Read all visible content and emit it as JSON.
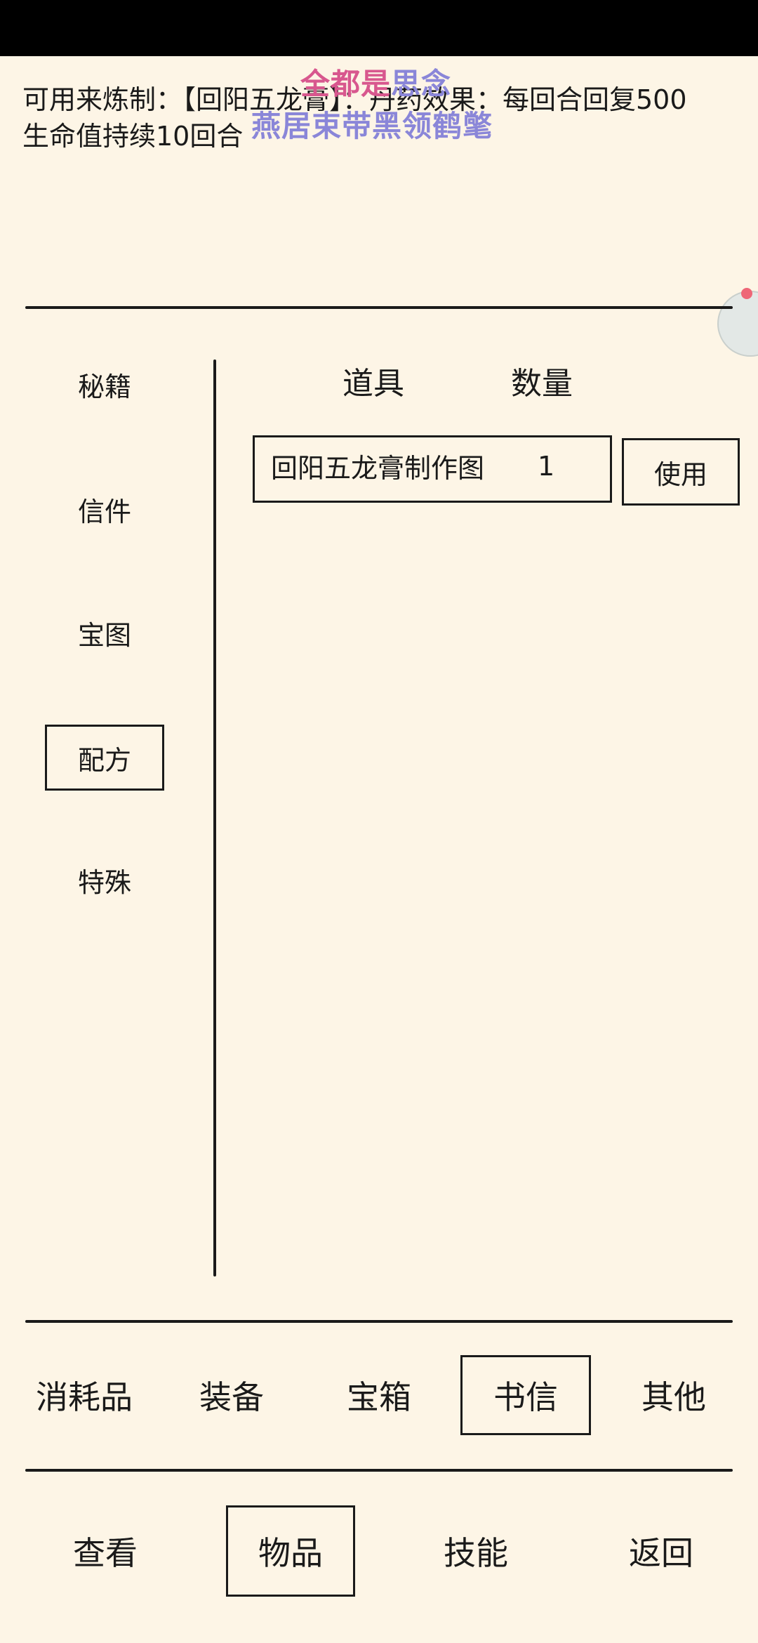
{
  "description": {
    "line1": "可用来炼制：【回阳五龙膏】：丹药效果：每回合回复500",
    "line2": "生命值持续10回合"
  },
  "overlay": {
    "line1_a": "全都是",
    "line1_b": "思念",
    "line2": "燕居束带黑领鹤氅"
  },
  "sidebar": {
    "items": [
      {
        "label": "秘籍"
      },
      {
        "label": "信件"
      },
      {
        "label": "宝图"
      },
      {
        "label": "配方",
        "selected": true
      },
      {
        "label": "特殊"
      }
    ]
  },
  "table": {
    "headers": [
      "道具",
      "数量"
    ],
    "rows": [
      {
        "name": "回阳五龙膏制作图",
        "qty": "1",
        "action": "使用"
      }
    ]
  },
  "categories": {
    "tabs": [
      {
        "label": "消耗品"
      },
      {
        "label": "装备"
      },
      {
        "label": "宝箱"
      },
      {
        "label": "书信",
        "selected": true
      },
      {
        "label": "其他"
      }
    ]
  },
  "nav": {
    "tabs": [
      {
        "label": "查看"
      },
      {
        "label": "物品",
        "selected": true
      },
      {
        "label": "技能"
      },
      {
        "label": "返回"
      }
    ]
  },
  "colors": {
    "background": "#fdf5e6",
    "ink": "#1a1a1a",
    "overlay_pink": "#d8578e",
    "overlay_purple": "#8a86d8"
  }
}
